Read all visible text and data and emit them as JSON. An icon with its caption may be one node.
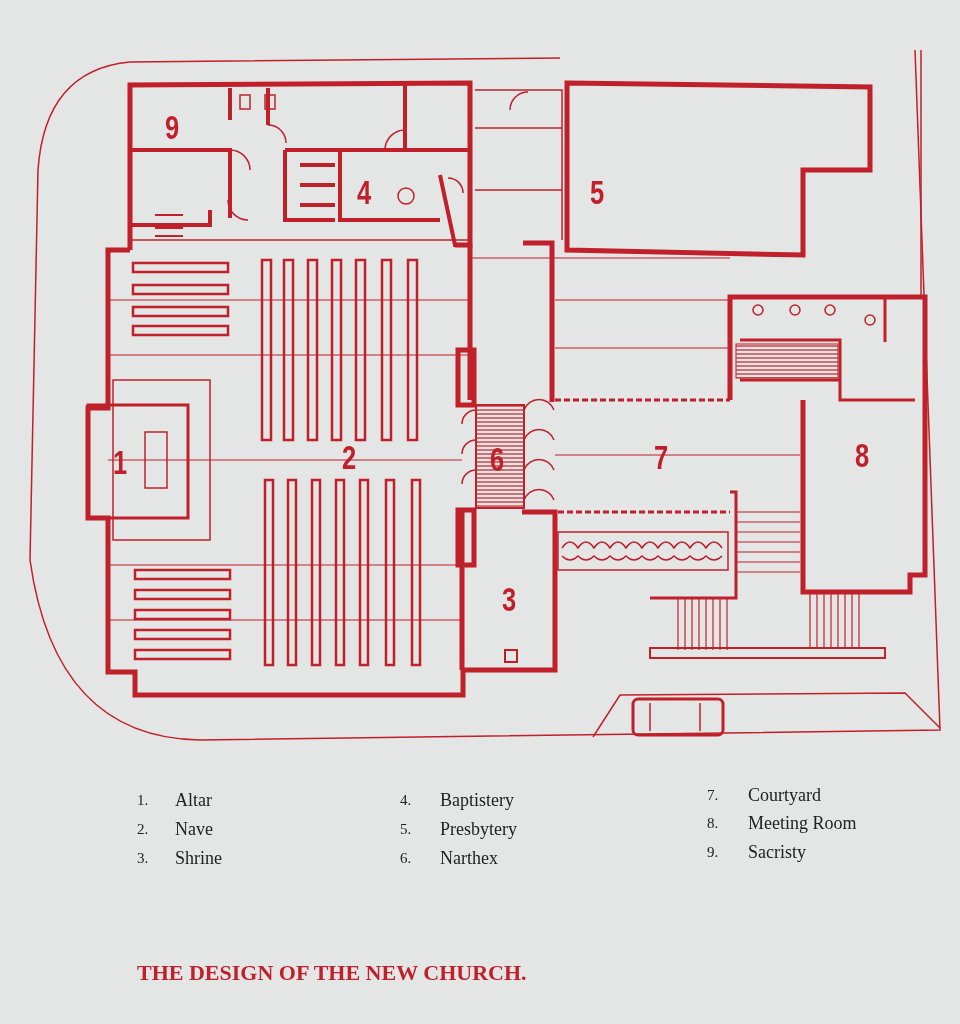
{
  "diagram": {
    "caption": "THE DESIGN OF THE NEW CHURCH.",
    "labels": [
      "9",
      "4",
      "5",
      "1",
      "2",
      "6",
      "7",
      "8",
      "3",
      "1.",
      "Altar",
      "4.",
      "Baptistery",
      "7.",
      "Courtyard",
      "2.",
      "Nave",
      "5.",
      "Presbytery",
      "8.",
      "Meeting Room",
      "3.",
      "Shrine",
      "6.",
      "Narthex",
      "9.",
      "Sacristy"
    ]
  }
}
